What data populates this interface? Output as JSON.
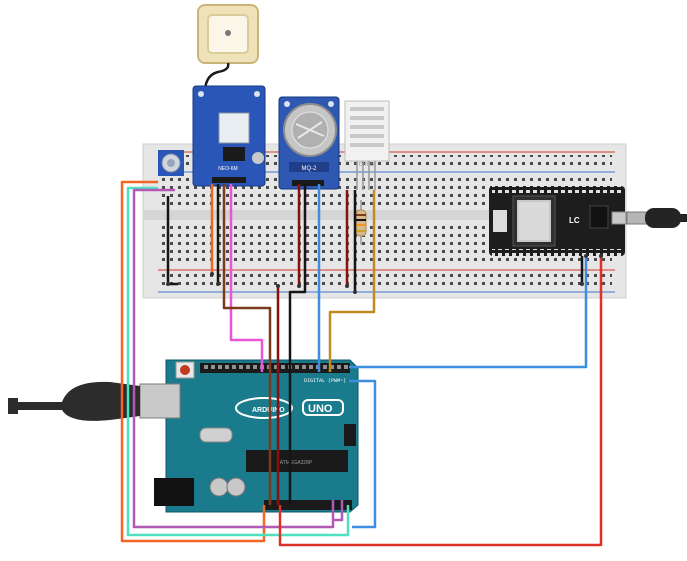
{
  "components": {
    "gps": {
      "model": "NEO-6M",
      "antenna": "GPS antenna"
    },
    "gas_sensor": {
      "model": "MQ-2"
    },
    "dht": {
      "model": "DHT22"
    },
    "resistor": {
      "bands": [
        "brown",
        "black",
        "orange",
        "gold"
      ]
    },
    "nodemcu": {
      "brand": "LC"
    },
    "arduino": {
      "brand": "ARDUINO",
      "model": "UNO",
      "header_label": "DIGITAL (PWM~)",
      "chip_label": "ATMEGA328P"
    }
  },
  "colors": {
    "breadboard": "#e8e8e8",
    "rail_red": "#d33a2c",
    "rail_blue": "#3a76c8",
    "arduino_board": "#197b8c",
    "gps_board": "#2a56b7",
    "mq2_board": "#2e58b2",
    "nodemcu_board": "#1d1d1d",
    "wire_orange": "#f26522",
    "wire_teal": "#4fe0c0",
    "wire_purple": "#b259b5",
    "wire_pink": "#e855d6",
    "wire_black": "#151515",
    "wire_red": "#e03128",
    "wire_darkred": "#8a1010",
    "wire_blue": "#3d8ee0",
    "wire_gold": "#c28a25",
    "wire_brown": "#7b3a1b"
  }
}
